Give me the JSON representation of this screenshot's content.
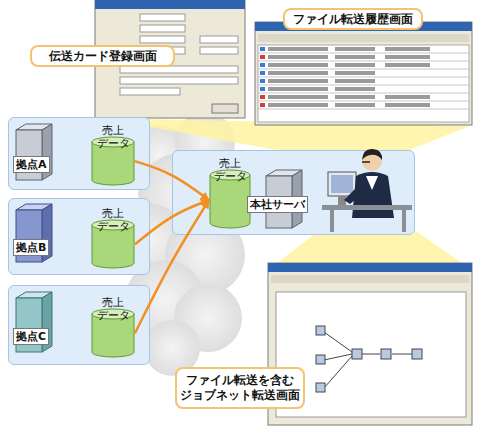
{
  "diagram": {
    "nodes": [
      {
        "text": [
          "ファイル転送履歴画面"
        ]
      },
      {
        "text": [
          "伝送カード登録画面"
        ]
      },
      {
        "text": [
          "拠点A"
        ]
      },
      {
        "text": [
          "売上 データ"
        ],
        "in": 2
      },
      {
        "text": [
          "本社サーバ"
        ]
      },
      {
        "text": [
          "売上 データ"
        ],
        "in": 4
      },
      {
        "text": [
          "拠点B"
        ]
      },
      {
        "text": [
          "売上 データ"
        ],
        "in": 6
      },
      {
        "text": [
          "拠点C"
        ]
      },
      {
        "text": [
          "売上 データ"
        ],
        "in": 8
      },
      {
        "text": [
          "ファイル転送を含む ジョブネット転送画面"
        ]
      }
    ],
    "edges": [
      {
        "from": 3,
        "to": 5,
        "arrow": "to"
      },
      {
        "from": 7,
        "to": 5,
        "arrow": "to"
      },
      {
        "from": 9,
        "to": 5,
        "arrow": "to"
      }
    ]
  }
}
